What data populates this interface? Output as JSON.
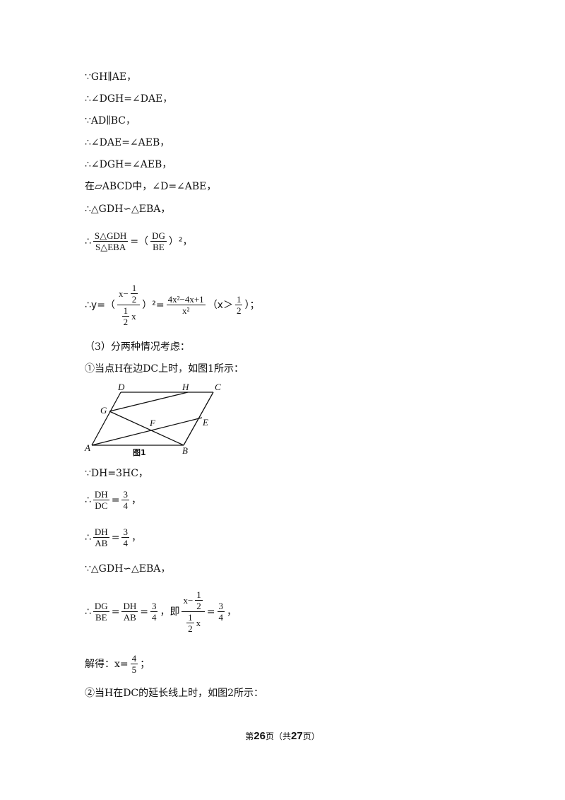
{
  "lines": {
    "l1": "∵GH∥AE，",
    "l2": "∴∠DGH=∠DAE，",
    "l3": "∵AD∥BC，",
    "l4": "∴∠DAE=∠AEB，",
    "l5": "∴∠DGH=∠AEB，",
    "l6": "在▱ABCD中，∠D=∠ABE，",
    "l7": "∴△GDH∽△EBA，",
    "l10": "（3）分两种情况考虑：",
    "l11": "①当点H在边DC上时，如图1所示：",
    "l12": "∵DH=3HC，",
    "l15": "∵△GDH∽△EBA，",
    "l18": "②当H在DC的延长线上时，如图2所示："
  },
  "eq8": {
    "therefore": "∴",
    "num": "S△GDH",
    "den": "S△EBA",
    "eq": "=（",
    "rnum": "DG",
    "rden": "BE",
    "tail": "）²，"
  },
  "eq9": {
    "prefix": "∴y=（",
    "n_x": "x−",
    "n_half_num": "1",
    "n_half_den": "2",
    "d_half_num": "1",
    "d_half_den": "2",
    "d_x": "x",
    "mid": "）²=",
    "rhs_num": "4x²−4x+1",
    "rhs_den": "x²",
    "cond_open": "（x＞",
    "cond_num": "1",
    "cond_den": "2",
    "cond_close": "）；"
  },
  "eq13": {
    "therefore": "∴",
    "num": "DH",
    "den": "DC",
    "eq": "=",
    "rnum": "3",
    "rden": "4",
    "tail": "，"
  },
  "eq14": {
    "therefore": "∴",
    "num": "DH",
    "den": "AB",
    "eq": "=",
    "rnum": "3",
    "rden": "4",
    "tail": "，"
  },
  "eq16": {
    "therefore": "∴",
    "a_num": "DG",
    "a_den": "BE",
    "eq1": "=",
    "b_num": "DH",
    "b_den": "AB",
    "eq2": "=",
    "c_num": "3",
    "c_den": "4",
    "ji": "，即",
    "n_x": "x−",
    "n_half_num": "1",
    "n_half_den": "2",
    "d_half_num": "1",
    "d_half_den": "2",
    "d_x": "x",
    "eq3": "=",
    "r_num": "3",
    "r_den": "4",
    "tail": "，"
  },
  "eq17": {
    "prefix": "解得：x=",
    "num": "4",
    "den": "5",
    "tail": "；"
  },
  "figure1": {
    "caption": "图1",
    "labels": {
      "A": "A",
      "B": "B",
      "C": "C",
      "D": "D",
      "E": "E",
      "F": "F",
      "G": "G",
      "H": "H"
    }
  },
  "footer": {
    "pre": "第",
    "page": "26",
    "mid": "页（共",
    "total": "27",
    "post": "页）"
  }
}
